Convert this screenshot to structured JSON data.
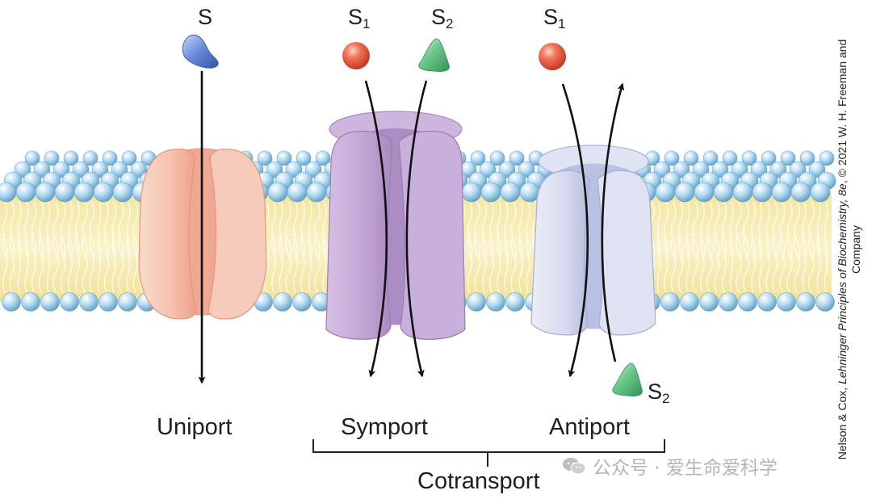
{
  "substrates": {
    "uniport_s": "S",
    "symport_s1_base": "S",
    "symport_s1_sub": "1",
    "symport_s2_base": "S",
    "symport_s2_sub": "2",
    "antiport_s1_base": "S",
    "antiport_s1_sub": "1",
    "antiport_s2_base": "S",
    "antiport_s2_sub": "2"
  },
  "labels": {
    "uniport": "Uniport",
    "symport": "Symport",
    "antiport": "Antiport",
    "cotransport": "Cotransport"
  },
  "credit": {
    "authors": "Nelson & Cox, ",
    "book": "Lehninger Principles of Biochemistry, 8e",
    "rest": ", © 2021 W. H. Freeman and",
    "line2": "Company"
  },
  "watermark": {
    "text": "公众号 · 爱生命爱科学"
  },
  "colors": {
    "lipid_head": "#a9d4ee",
    "lipid_core": "#f6eaa6",
    "uniport_protein": "#f7c8b7",
    "symport_protein": "#c6aad6",
    "antiport_protein": "#d9ddef",
    "ball_red": "#e8533c",
    "wedge_green": "#5fbe7f",
    "wedge_blue": "#5b7fd0"
  }
}
